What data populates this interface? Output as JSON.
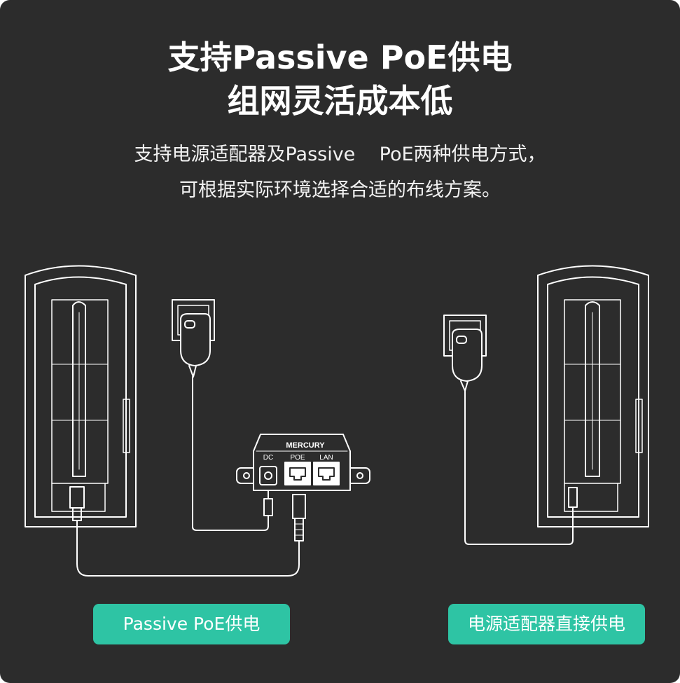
{
  "headline": {
    "line1": "支持Passive PoE供电",
    "line2": "组网灵活成本低"
  },
  "description": {
    "line1": "支持电源适配器及Passive    PoE两种供电方式，",
    "line2": "可根据实际环境选择合适的布线方案。"
  },
  "poe_injector": {
    "brand": "MERCURY",
    "ports": [
      "DC",
      "POE",
      "LAN"
    ]
  },
  "labels": {
    "left": "Passive PoE供电",
    "right": "电源适配器直接供电"
  },
  "colors": {
    "background": "#2c2c2c",
    "line_art": "#ffffff",
    "accent": "#2ec4a4"
  }
}
